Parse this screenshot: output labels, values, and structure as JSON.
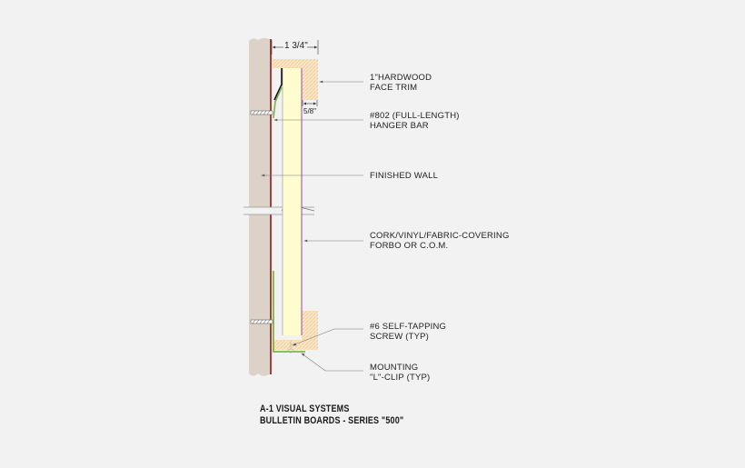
{
  "diagram": {
    "dimensions": {
      "overall_depth": "1 3/4\"",
      "face_offset": "5/8\""
    },
    "callouts": [
      {
        "id": "trim",
        "lines": [
          "1\"HARDWOOD",
          "FACE TRIM"
        ]
      },
      {
        "id": "hanger",
        "lines": [
          "#802 (FULL-LENGTH)",
          "HANGER BAR"
        ]
      },
      {
        "id": "wall",
        "lines": [
          "FINISHED WALL"
        ]
      },
      {
        "id": "covering",
        "lines": [
          "CORK/VINYL/FABRIC-COVERING",
          "FORBO OR C.O.M."
        ]
      },
      {
        "id": "screw",
        "lines": [
          "#6 SELF-TAPPING",
          "SCREW (TYP)"
        ]
      },
      {
        "id": "clip",
        "lines": [
          "MOUNTING",
          "\"L\"-CLIP (TYP)"
        ]
      }
    ],
    "title": {
      "line1": "A-1 VISUAL SYSTEMS",
      "line2": "BULLETIN BOARDS - SERIES \"500\""
    },
    "colors": {
      "background": "#f2f2f2",
      "wall": "#ddd2c8",
      "wall_edge": "#8b1a1a",
      "board_core": "#fffdd0",
      "covering": "#9b59b6",
      "trim_hatch": "#f5d9a8",
      "hanger_black": "#111111",
      "hanger_green": "#7ab648"
    }
  }
}
